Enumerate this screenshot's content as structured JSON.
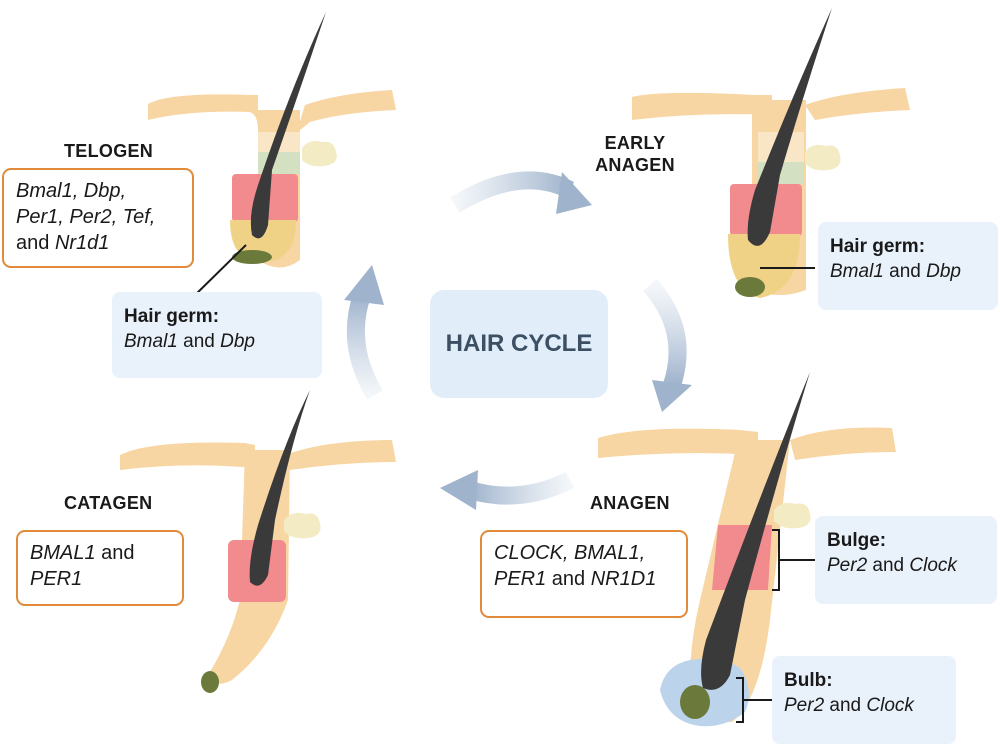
{
  "center_label": "HAIR CYCLE",
  "stages": {
    "telogen": {
      "title": "TELOGEN",
      "genes_a": "Bmal1, Dbp,",
      "genes_b": "Per1, Per2, Tef,",
      "genes_c_plain": "and ",
      "genes_c_it": "Nr1d1"
    },
    "early_anagen": {
      "title_line1": "EARLY",
      "title_line2": "ANAGEN"
    },
    "anagen": {
      "title": "ANAGEN",
      "genes_a": "CLOCK, BMAL1,",
      "genes_b_it1": "PER1",
      "genes_b_plain": " and ",
      "genes_b_it2": "NR1D1"
    },
    "catagen": {
      "title": "CATAGEN",
      "genes_a_it": "BMAL1",
      "genes_a_plain": " and",
      "genes_b": "PER1"
    }
  },
  "callouts": {
    "telogen_hair_germ": {
      "label": "Hair germ:",
      "gene1": "Bmal1",
      "and": " and ",
      "gene2": "Dbp"
    },
    "early_anagen_hair_germ": {
      "label": "Hair germ:",
      "gene1": "Bmal1",
      "and": " and ",
      "gene2": "Dbp"
    },
    "anagen_bulge": {
      "label": "Bulge:",
      "gene1": "Per2",
      "and": " and ",
      "gene2": "Clock"
    },
    "anagen_bulb": {
      "label": "Bulb:",
      "gene1": "Per2",
      "and": " and ",
      "gene2": "Clock"
    }
  },
  "colors": {
    "skin": "#f7d6a3",
    "sebaceous": "#f2ebc4",
    "hair_shaft": "#3a3a3a",
    "bulge_pink": "#f28b8d",
    "hair_germ_yellow": "#f0d287",
    "dermal_papilla": "#6b7a3a",
    "bulb_blue": "#bcd3ec",
    "cycle_arrow": "#b8c8dc",
    "box_border": "#e08a3a",
    "callout_bg": "#e9f1fb",
    "center_bg": "#e1eef9"
  }
}
